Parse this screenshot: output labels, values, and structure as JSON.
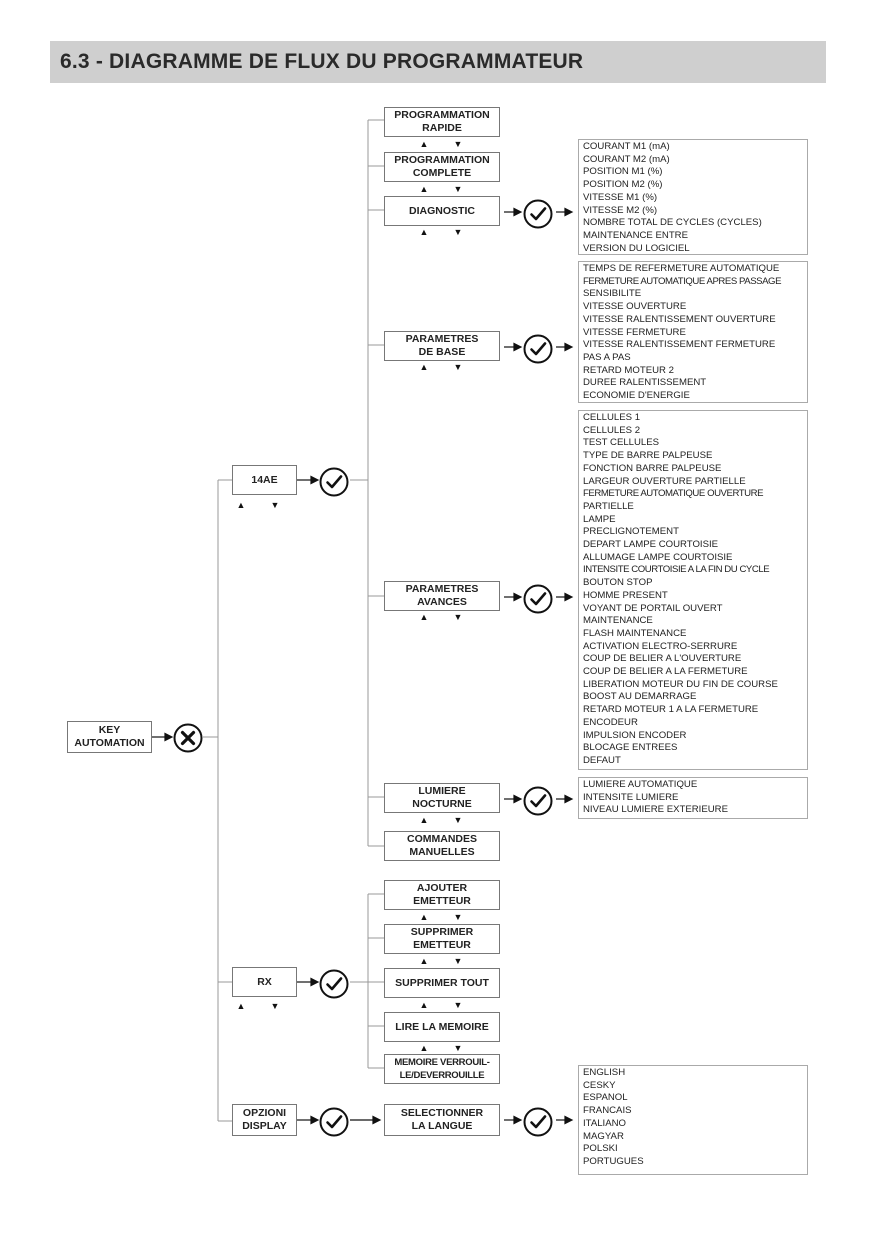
{
  "header": {
    "title": "6.3 - DIAGRAMME DE FLUX DU PROGRAMMATEUR"
  },
  "nodes": {
    "key_automation": "KEY\nAUTOMATION",
    "ae14": "14AE",
    "rx": "RX",
    "opzioni_display": "OPZIONI\nDISPLAY",
    "programmation_rapide": "PROGRAMMATION\nRAPIDE",
    "programmation_complete": "PROGRAMMATION\nCOMPLETE",
    "diagnostic": "DIAGNOSTIC",
    "parametres_base": "PARAMETRES\nDE BASE",
    "parametres_avances": "PARAMETRES\nAVANCES",
    "lumiere_nocturne": "LUMIERE\nNOCTURNE",
    "commandes_manuelles": "COMMANDES\nMANUELLES",
    "ajouter_emetteur": "AJOUTER\nEMETTEUR",
    "supprimer_emetteur": "SUPPRIMER\nEMETTEUR",
    "supprimer_tout": "SUPPRIMER TOUT",
    "lire_memoire": "LIRE LA MEMOIRE",
    "memoire_verrouillee": "MEMOIRE VERROUIL-\nLE/DEVERROUILLE",
    "selectionner_langue": "SELECTIONNER\nLA LANGUE"
  },
  "nav_arrows": {
    "up": "▲",
    "down": "▼"
  },
  "lists": {
    "diagnostic": [
      "COURANT M1 (mA)",
      "COURANT M2 (mA)",
      "POSITION M1 (%)",
      "POSITION M2 (%)",
      "VITESSE M1 (%)",
      "VITESSE M2 (%)",
      "NOMBRE TOTAL DE CYCLES (CYCLES)",
      "MAINTENANCE ENTRE",
      "VERSION DU LOGICIEL"
    ],
    "parametres_base": [
      "TEMPS DE REFERMETURE AUTOMATIQUE",
      "FERMETURE AUTOMATIQUE APRES PASSAGE",
      "SENSIBILITE",
      "VITESSE OUVERTURE",
      "VITESSE RALENTISSEMENT OUVERTURE",
      "VITESSE FERMETURE",
      "VITESSE RALENTISSEMENT FERMETURE",
      "PAS A PAS",
      "RETARD MOTEUR 2",
      "DUREE RALENTISSEMENT",
      "ECONOMIE D'ENERGIE"
    ],
    "parametres_avances": [
      "CELLULES 1",
      "CELLULES 2",
      "TEST CELLULES",
      "TYPE DE BARRE PALPEUSE",
      "FONCTION BARRE PALPEUSE",
      "LARGEUR OUVERTURE PARTIELLE",
      "FERMETURE AUTOMATIQUE OUVERTURE",
      "PARTIELLE",
      "LAMPE",
      "PRECLIGNOTEMENT",
      "DEPART LAMPE COURTOISIE",
      "ALLUMAGE LAMPE COURTOISIE",
      "INTENSITE COURTOISIE A LA FIN DU CYCLE",
      "BOUTON STOP",
      "HOMME PRESENT",
      "VOYANT DE PORTAIL OUVERT",
      "MAINTENANCE",
      "FLASH MAINTENANCE",
      "ACTIVATION ELECTRO-SERRURE",
      "COUP DE BELIER A L'OUVERTURE",
      "COUP DE BELIER A LA FERMETURE",
      "LIBERATION MOTEUR DU FIN DE COURSE",
      "BOOST AU DEMARRAGE",
      "RETARD MOTEUR 1 A LA FERMETURE",
      "ENCODEUR",
      "IMPULSION ENCODER",
      "BLOCAGE ENTREES",
      "DEFAUT"
    ],
    "lumiere_nocturne": [
      "LUMIERE AUTOMATIQUE",
      "INTENSITE LUMIERE",
      "NIVEAU LUMIERE EXTERIEURE"
    ],
    "langues": [
      "ENGLISH",
      "CESKY",
      "ESPANOL",
      "FRANCAIS",
      "ITALIANO",
      "MAGYAR",
      "POLSKI",
      "PORTUGUES"
    ]
  }
}
